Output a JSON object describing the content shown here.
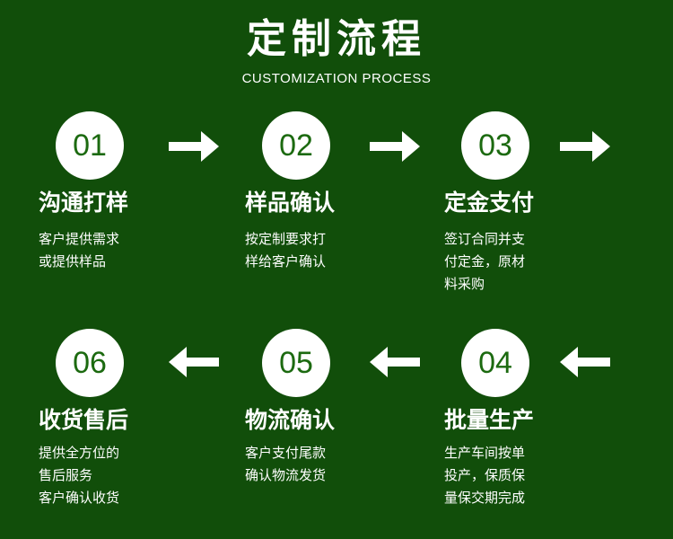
{
  "header": {
    "title": "定制流程",
    "subtitle": "CUSTOMIZATION PROCESS"
  },
  "colors": {
    "background": "#114e0a",
    "circle_fill": "#ffffff",
    "number_text": "#1c6a10",
    "text": "#ffffff"
  },
  "steps": [
    {
      "number": "01",
      "title": "沟通打样",
      "desc": "客户提供需求\n或提供样品"
    },
    {
      "number": "02",
      "title": "样品确认",
      "desc": "按定制要求打\n样给客户确认"
    },
    {
      "number": "03",
      "title": "定金支付",
      "desc": "签订合同并支\n付定金，原材\n料采购"
    },
    {
      "number": "04",
      "title": "批量生产",
      "desc": "生产车间按单\n投产，保质保\n量保交期完成"
    },
    {
      "number": "05",
      "title": "物流确认",
      "desc": "客户支付尾款\n确认物流发货"
    },
    {
      "number": "06",
      "title": "收货售后",
      "desc": "提供全方位的\n售后服务\n客户确认收货"
    }
  ],
  "arrows": [
    {
      "direction": "right"
    },
    {
      "direction": "right"
    },
    {
      "direction": "right"
    },
    {
      "direction": "left"
    },
    {
      "direction": "left"
    },
    {
      "direction": "left"
    }
  ]
}
